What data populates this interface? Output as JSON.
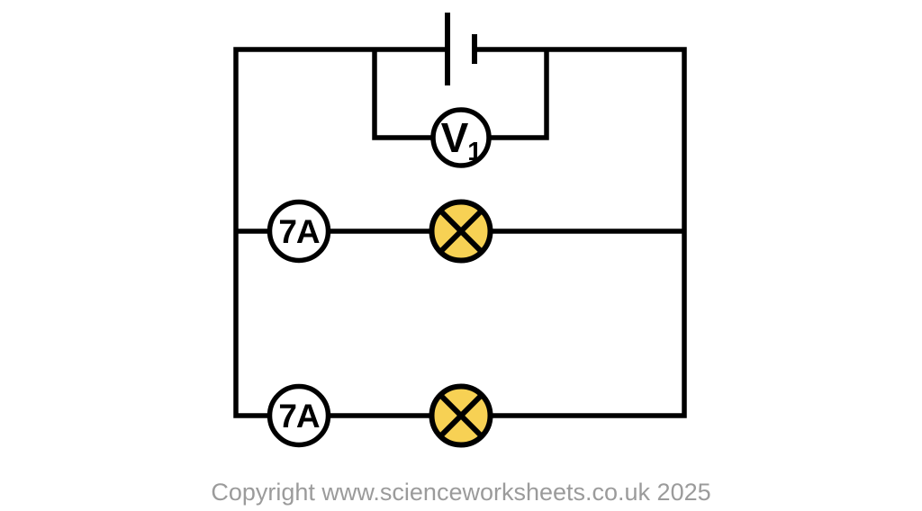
{
  "diagram": {
    "voltmeter": {
      "letter": "V",
      "subscript": "1"
    },
    "branches": [
      {
        "ammeter_reading": "7A",
        "component": "lamp"
      },
      {
        "ammeter_reading": "7A",
        "component": "lamp"
      }
    ],
    "colors": {
      "wire": "#000000",
      "lamp_fill": "#F7D154",
      "meter_fill": "#FFFFFF"
    }
  },
  "footer": {
    "copyright": "Copyright www.scienceworksheets.co.uk 2025",
    "color": "#9B9B9B"
  }
}
